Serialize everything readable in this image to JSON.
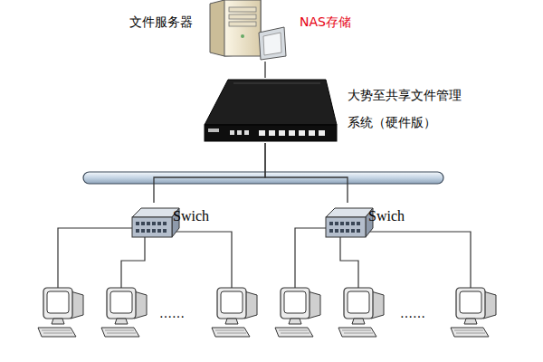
{
  "diagram": {
    "nodes": [
      {
        "text": [
          "文件服务器",
          "NAS存储"
        ]
      },
      {
        "text": [
          "大势至共享文件管理系统（硬件版）"
        ]
      },
      {
        "text": [
          "Swich"
        ]
      },
      {
        "text": [
          "Swich"
        ]
      }
    ],
    "edges": [
      {
        "from": 0,
        "to": 1,
        "arrow": "none"
      },
      {
        "from": 1,
        "to": 2,
        "arrow": "none"
      },
      {
        "from": 1,
        "to": 3,
        "arrow": "none"
      }
    ],
    "labels": [
      "……",
      "……"
    ]
  }
}
